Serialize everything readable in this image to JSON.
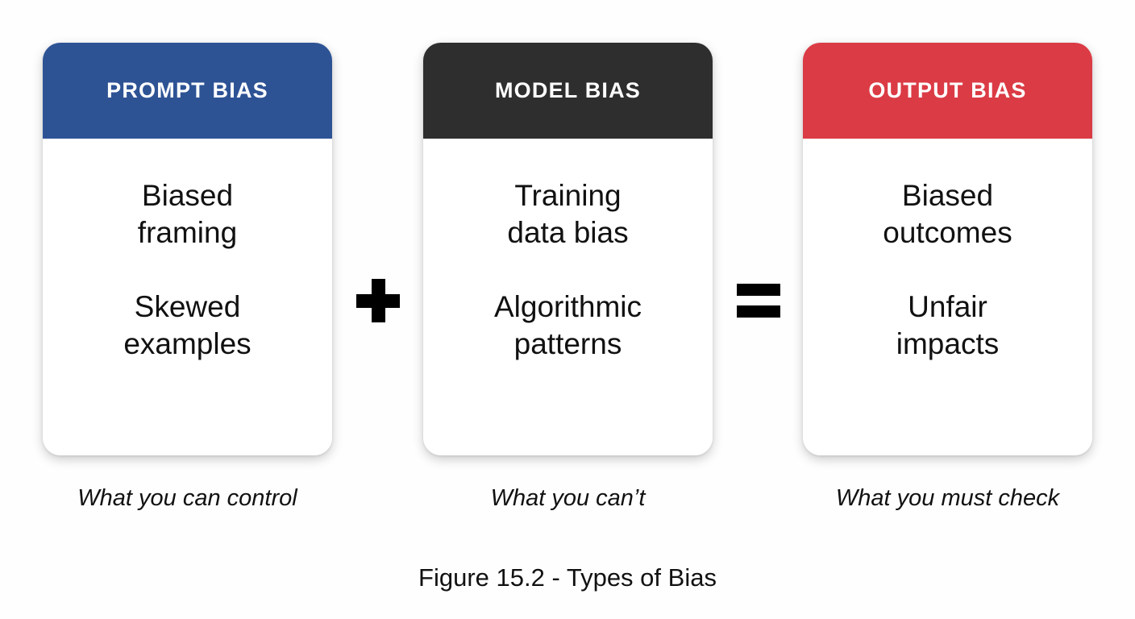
{
  "figure": {
    "caption": "Figure 15.2 - Types of Bias",
    "background_color": "#fefefe"
  },
  "operators": {
    "plus": {
      "symbol": "+",
      "icon": "plus-icon",
      "color": "#000000"
    },
    "equals": {
      "symbol": "=",
      "icon": "equals-icon",
      "color": "#000000"
    }
  },
  "cards": [
    {
      "id": "prompt-bias",
      "header": "PROMPT BIAS",
      "header_color": "#2e5395",
      "lines": [
        "Biased\nframing",
        "Skewed\nexamples"
      ],
      "caption": "What you can control"
    },
    {
      "id": "model-bias",
      "header": "MODEL BIAS",
      "header_color": "#2e2e2e",
      "lines": [
        "Training\ndata bias",
        "Algorithmic\npatterns"
      ],
      "caption": "What you can’t"
    },
    {
      "id": "output-bias",
      "header": "OUTPUT BIAS",
      "header_color": "#db3b45",
      "lines": [
        "Biased\noutcomes",
        "Unfair\nimpacts"
      ],
      "caption": "What you must check"
    }
  ]
}
